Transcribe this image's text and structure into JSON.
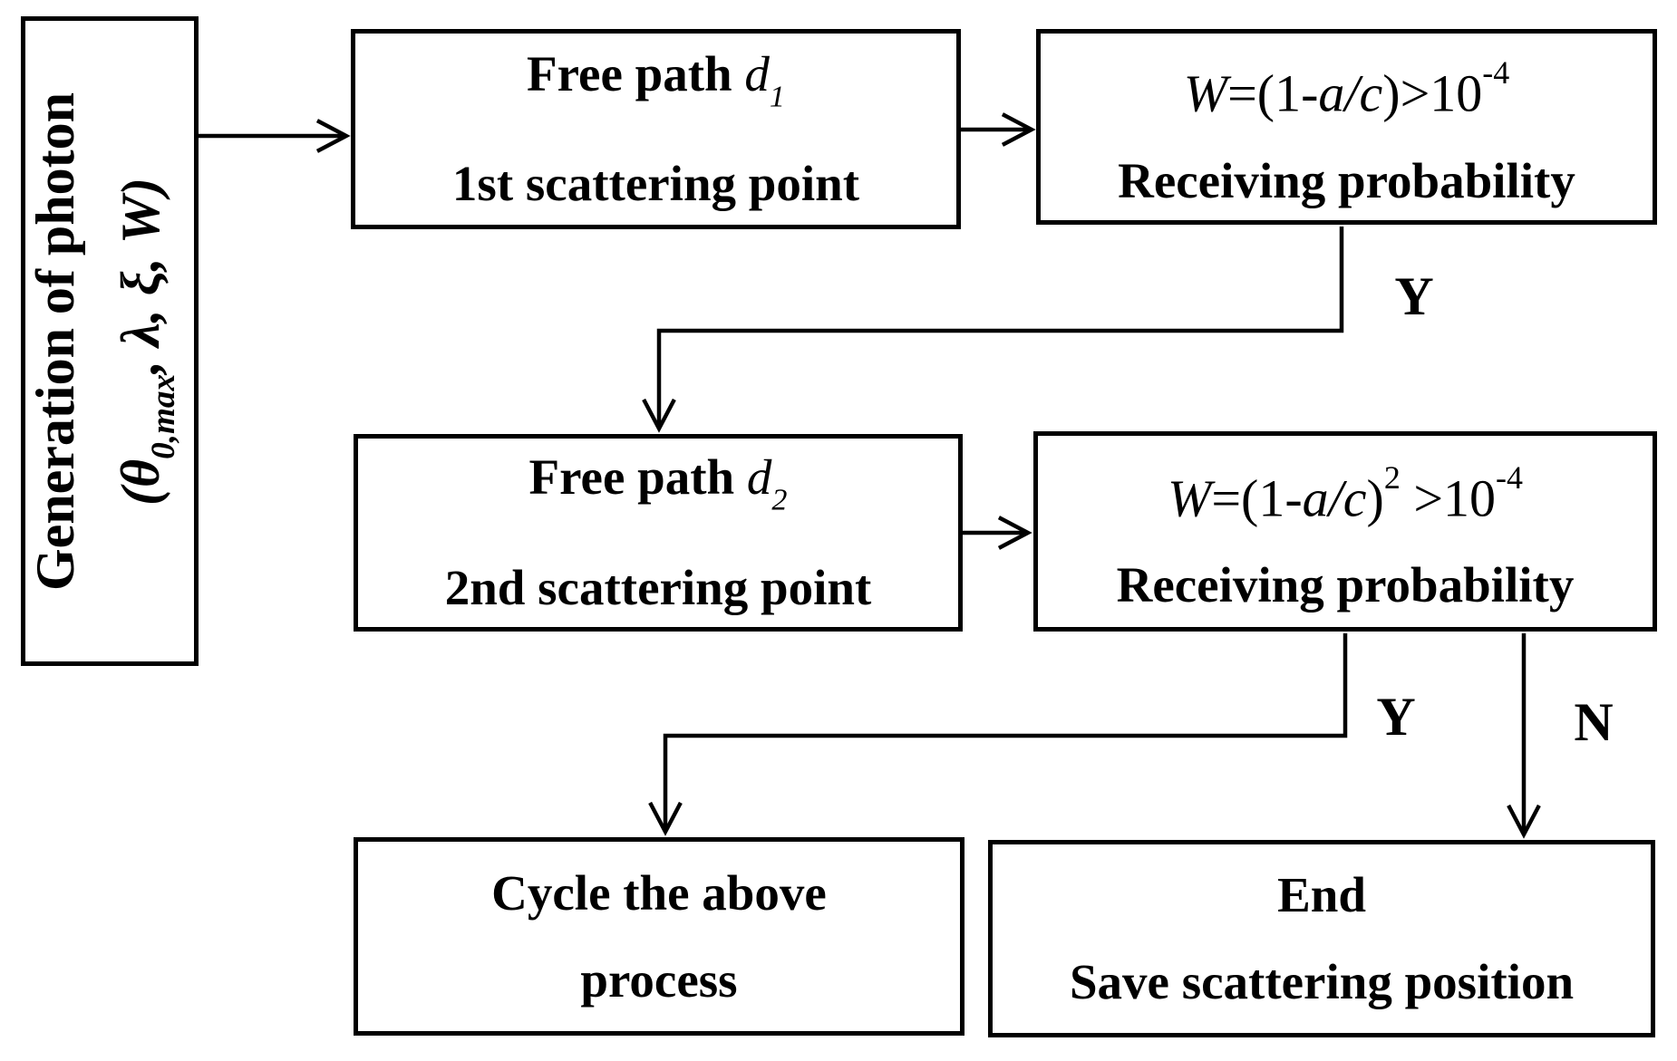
{
  "diagram": {
    "background": "#ffffff",
    "ink": "#000000",
    "nodes": {
      "generation": {
        "title": "Generation of photon",
        "params_pre": "(θ",
        "params_sub": "0,max",
        "params_rest": ", λ, ξ, W)"
      },
      "free_path_1": {
        "prefix": "Free path ",
        "var": "d",
        "var_sub": "1",
        "line2": "1st scattering point"
      },
      "receive_1": {
        "w": "W",
        "mid": "=(1-",
        "ac": "a/c",
        "close": ")>10",
        "exp": "-4",
        "line2": "Receiving probability"
      },
      "free_path_2": {
        "prefix": "Free path ",
        "var": "d",
        "var_sub": "2",
        "line2": "2nd scattering point"
      },
      "receive_2": {
        "w": "W",
        "mid": "=(1-",
        "ac": "a/c",
        "close": ")",
        "sq": "2",
        "gt": " >10",
        "exp": "-4",
        "line2": "Receiving probability"
      },
      "cycle": {
        "line1": "Cycle the above",
        "line2": "process"
      },
      "end": {
        "line1": "End",
        "line2": "Save scattering position"
      }
    },
    "labels": {
      "branch1_yes": "Y",
      "branch2_yes": "Y",
      "branch2_no": "N"
    }
  }
}
